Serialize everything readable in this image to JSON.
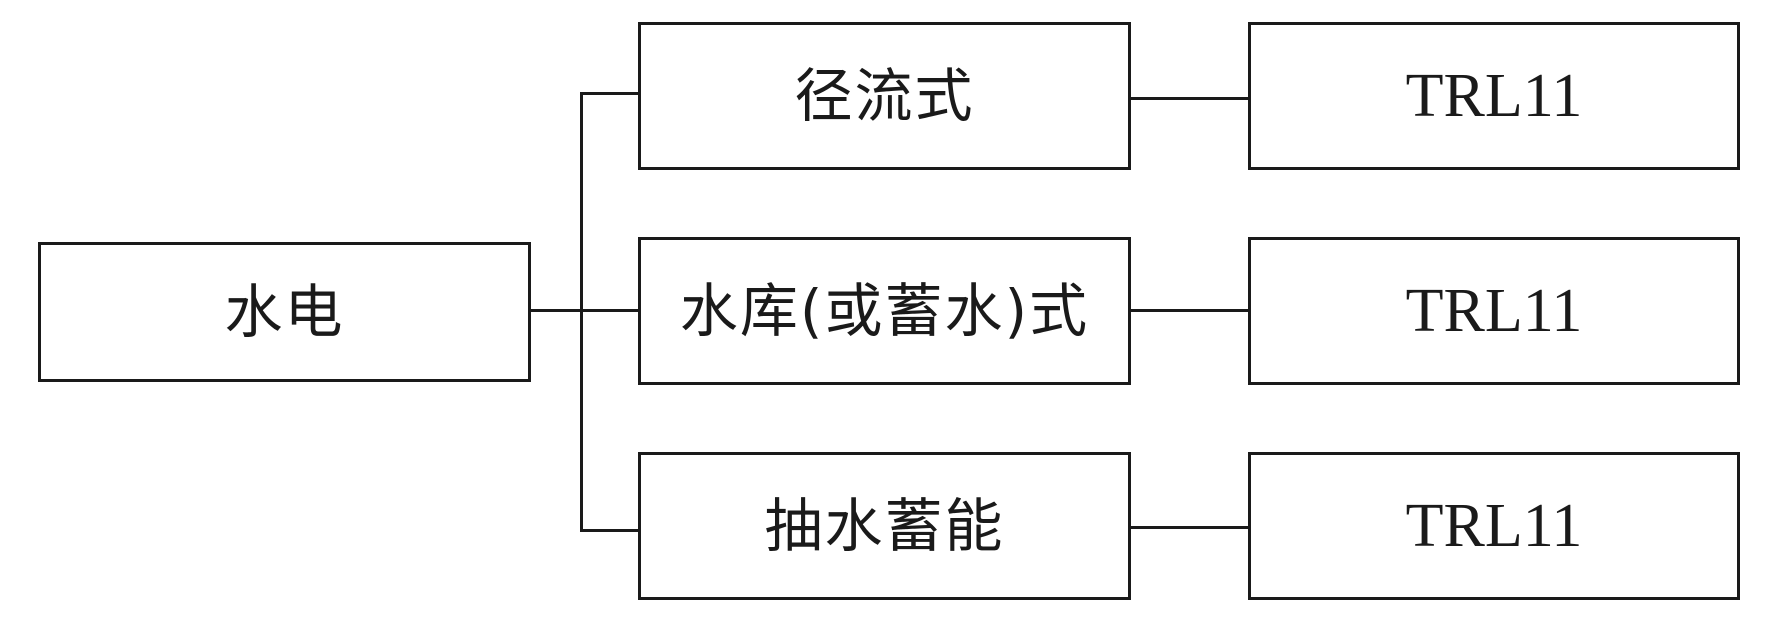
{
  "diagram": {
    "root": {
      "label": "水电"
    },
    "branches": [
      {
        "label": "径流式",
        "level": "TRL11"
      },
      {
        "label": "水库(或蓄水)式",
        "level": "TRL11"
      },
      {
        "label": "抽水蓄能",
        "level": "TRL11"
      }
    ]
  }
}
